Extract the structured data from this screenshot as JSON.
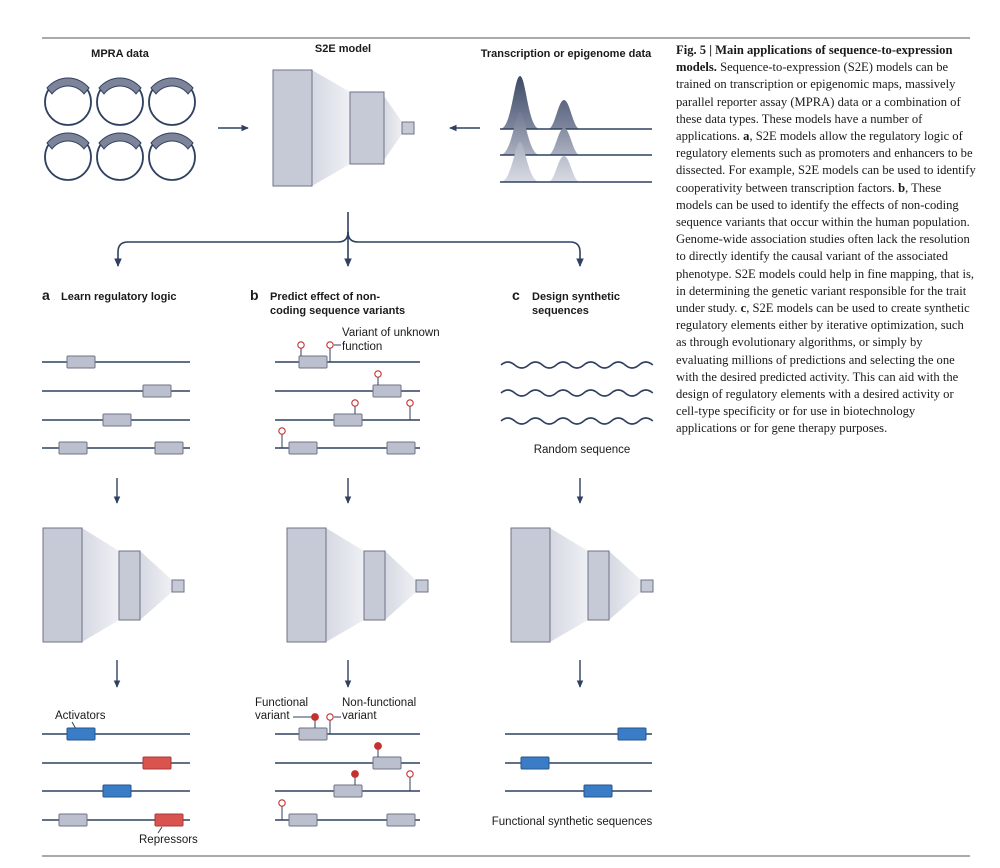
{
  "figure": {
    "top_labels": {
      "mpra": "MPRA data",
      "s2e": "S2E model",
      "transcription": "Transcription or epigenome data"
    },
    "panels": {
      "a": {
        "letter": "a",
        "title": "Learn regulatory logic"
      },
      "b": {
        "letter": "b",
        "title_line1": "Predict effect of non-",
        "title_line2": "coding sequence variants"
      },
      "c": {
        "letter": "c",
        "title_line1": "Design synthetic",
        "title_line2": "sequences"
      }
    },
    "annotations": {
      "variant_unknown_line1": "Variant of unknown",
      "variant_unknown_line2": "function",
      "random_sequence": "Random sequence",
      "activators": "Activators",
      "repressors": "Repressors",
      "functional_variant_line1": "Functional",
      "functional_variant_line2": "variant",
      "nonfunctional_variant_line1": "Non-functional",
      "nonfunctional_variant_line2": "variant",
      "functional_synthetic": "Functional synthetic sequences"
    },
    "colors": {
      "line": "#2f4060",
      "box_fill": "#bcc0ce",
      "box_stroke": "#6e7286",
      "activator": "#3a7cc6",
      "repressor": "#d9534f",
      "variant_functional": "#c6302f",
      "variant_open": "#ffffff",
      "peak_dark": "#4c5874",
      "peak_mid": "#8c93a8",
      "peak_light": "#c3c7d3"
    }
  },
  "caption": {
    "title": "Fig. 5 | Main applications of sequence-to-expression models.",
    "intro": " Sequence-to-expression (S2E) models can be trained on transcription or epigenomic maps, massively parallel reporter assay (MPRA) data or a combination of these data types. These models have a number of applications. ",
    "a_letter": "a",
    "a_text": ", S2E models allow the regulatory logic of regulatory elements such as promoters and enhancers to be dissected. For example, S2E models can be used to identify cooperativity between transcription factors. ",
    "b_letter": "b",
    "b_text": ", These models can be used to identify the effects of non-coding sequence variants that occur within the human population. Genome-wide association studies often lack the resolution to directly identify the causal variant of the associated phenotype. S2E models could help in fine mapping, that is, in determining the genetic variant responsible for the trait under study. ",
    "c_letter": "c",
    "c_text": ", S2E models can be used to create synthetic regulatory elements either by iterative optimization, such as through evolutionary algorithms, or simply by evaluating millions of predictions and selecting the one with the desired predicted activity. This can aid with the design of regulatory elements with a desired activity or cell-type specificity or for use in biotechnology applications or for gene therapy purposes."
  }
}
